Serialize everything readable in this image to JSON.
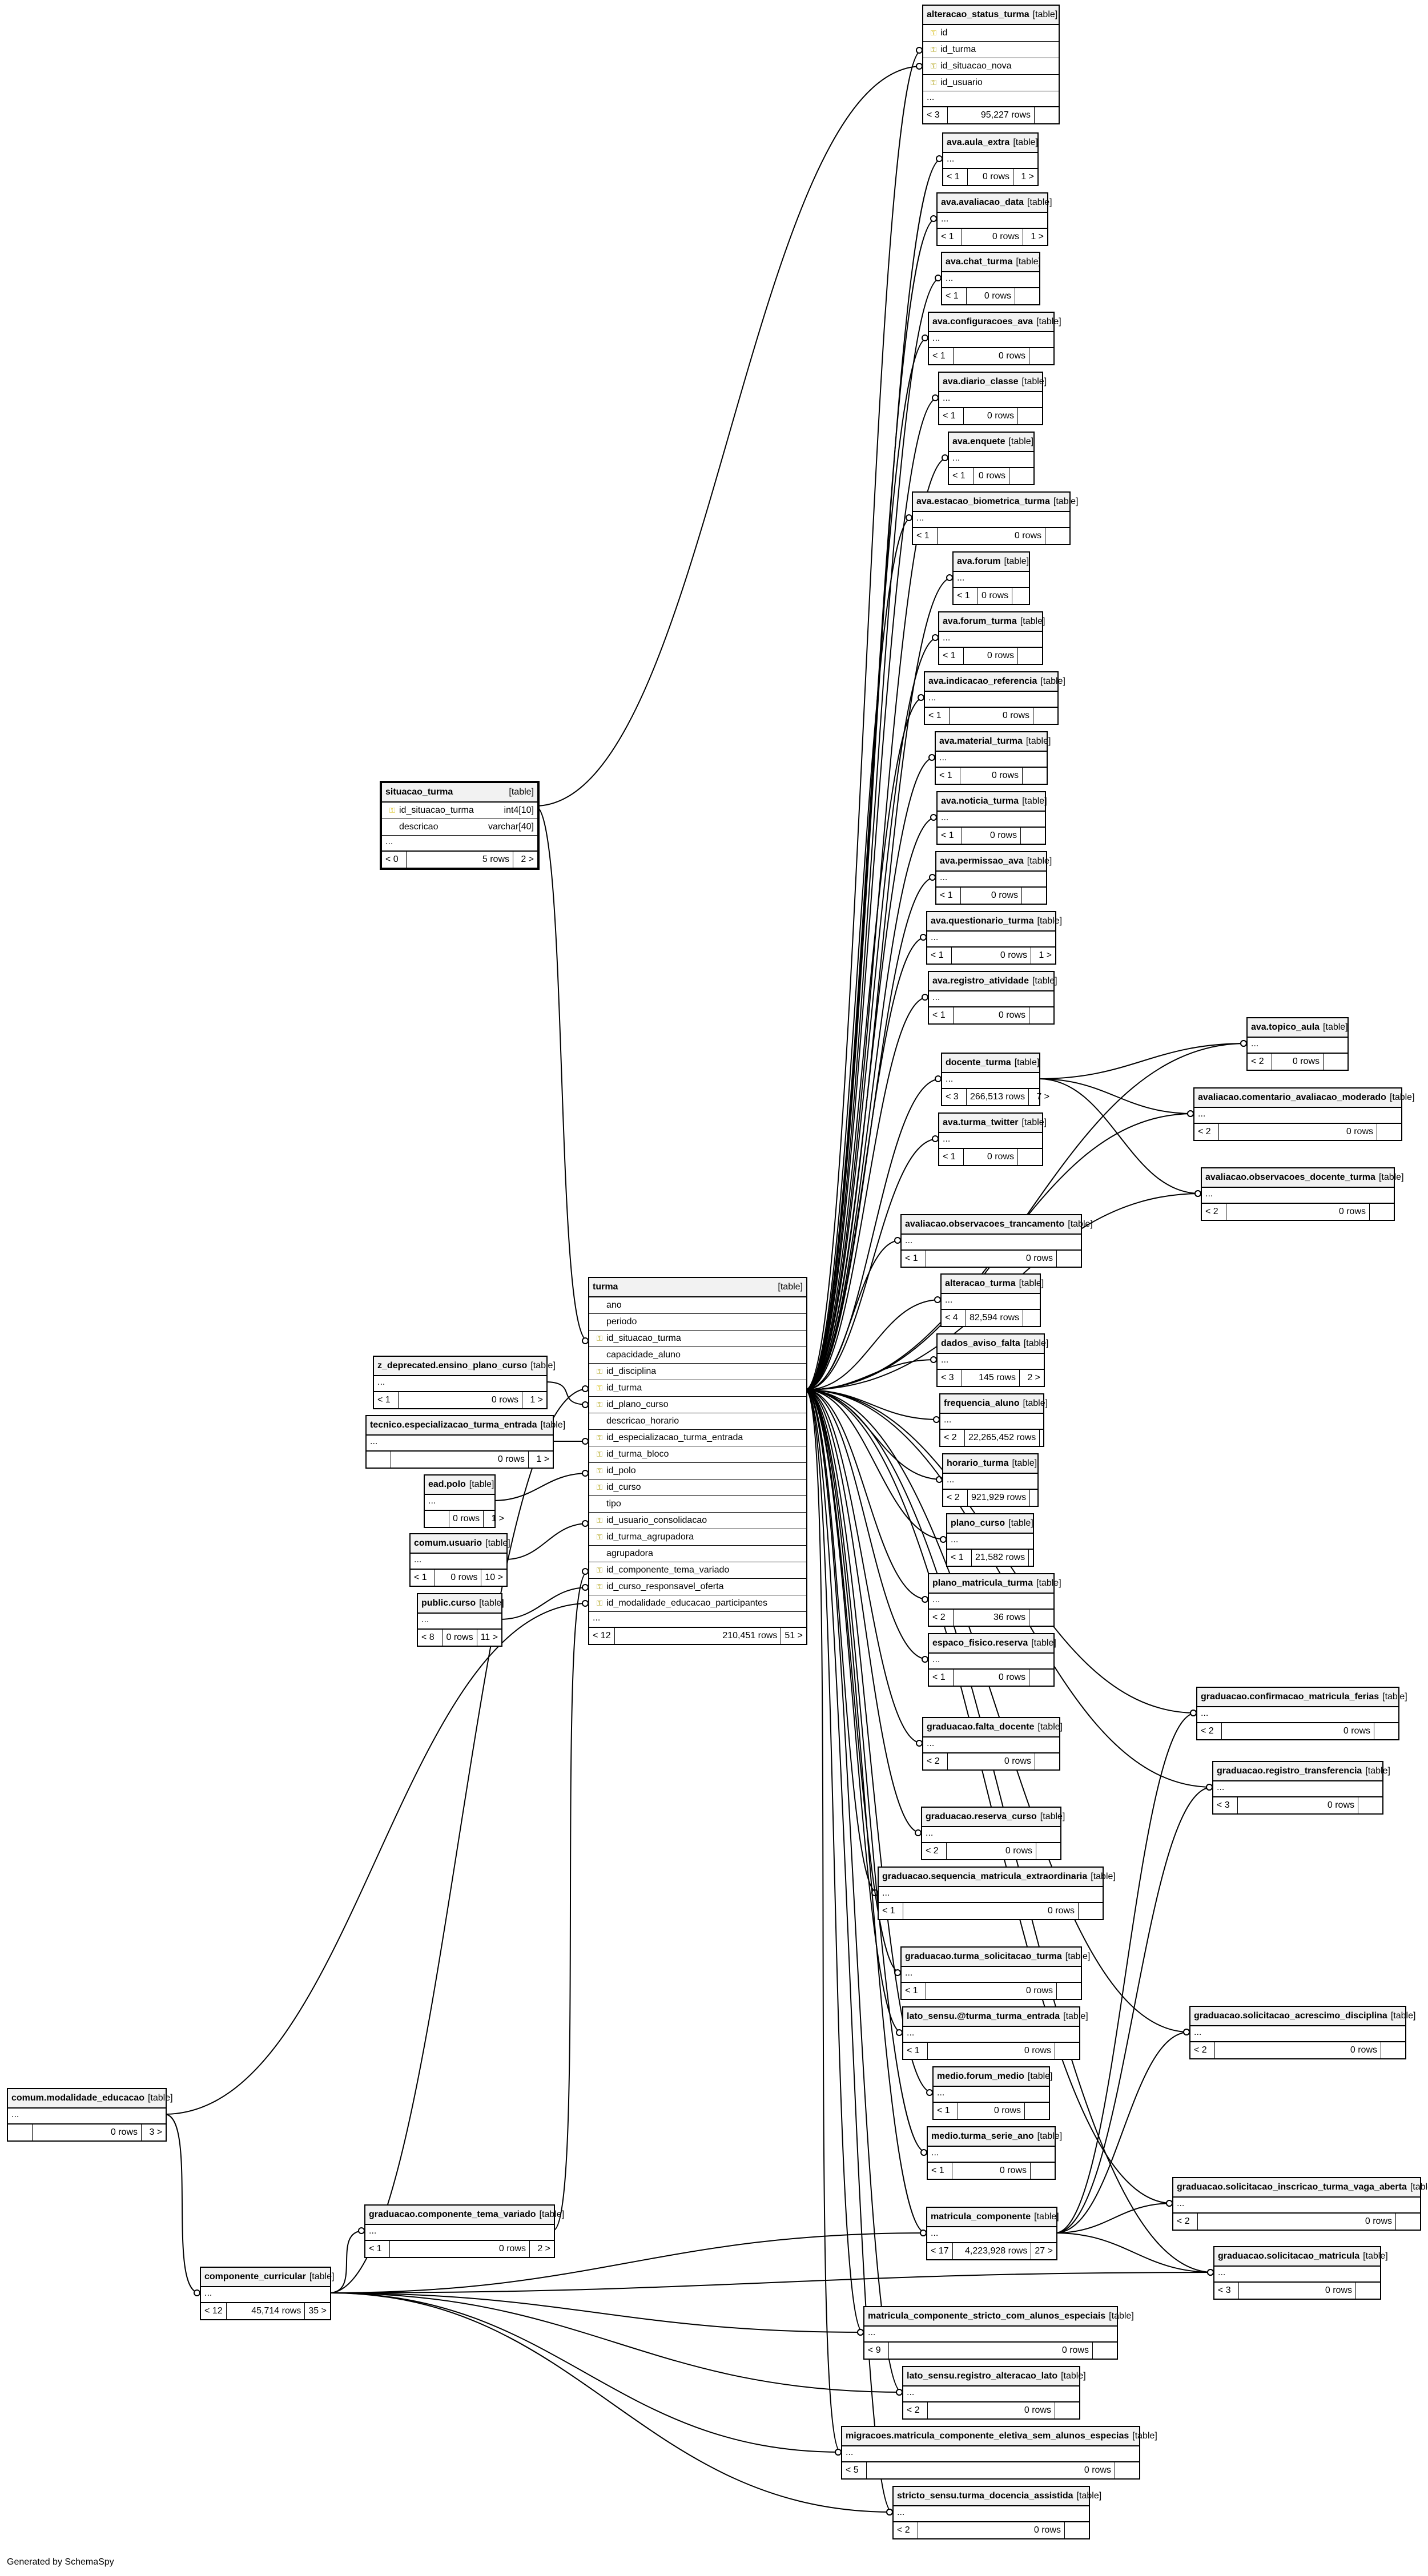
{
  "diagram": {
    "footer": "Generated by SchemaSpy",
    "table_type_label": "[table]",
    "ellipsis": "...",
    "focus": {
      "name": "turma",
      "columns": [
        {
          "name": "ano",
          "icon": ""
        },
        {
          "name": "periodo",
          "icon": ""
        },
        {
          "name": "id_situacao_turma",
          "icon": "fk-key-icon"
        },
        {
          "name": "capacidade_aluno",
          "icon": ""
        },
        {
          "name": "id_disciplina",
          "icon": "fk-key-icon"
        },
        {
          "name": "id_turma",
          "icon": "pk-key-icon"
        },
        {
          "name": "id_plano_curso",
          "icon": "fk-key-icon"
        },
        {
          "name": "descricao_horario",
          "icon": ""
        },
        {
          "name": "id_especializacao_turma_entrada",
          "icon": "fk-key-icon"
        },
        {
          "name": "id_turma_bloco",
          "icon": "fk-key-icon"
        },
        {
          "name": "id_polo",
          "icon": "fk-key-icon"
        },
        {
          "name": "id_curso",
          "icon": "fk-key-icon"
        },
        {
          "name": "tipo",
          "icon": ""
        },
        {
          "name": "id_usuario_consolidacao",
          "icon": "fk-key-icon"
        },
        {
          "name": "id_turma_agrupadora",
          "icon": "fk-key-icon"
        },
        {
          "name": "agrupadora",
          "icon": ""
        },
        {
          "name": "id_componente_tema_variado",
          "icon": "fk-key-icon"
        },
        {
          "name": "id_curso_responsavel_oferta",
          "icon": "fk-key-icon"
        },
        {
          "name": "id_modalidade_educacao_participantes",
          "icon": "fk-key-icon"
        }
      ],
      "parents": "< 12",
      "rows": "210,451 rows",
      "children": "51 >"
    },
    "situacao": {
      "name": "situacao_turma",
      "columns": [
        {
          "name": "id_situacao_turma",
          "type": "int4[10]",
          "icon": "pk-key-icon"
        },
        {
          "name": "descricao",
          "type": "varchar[40]",
          "icon": ""
        }
      ],
      "parents": "< 0",
      "rows": "5 rows",
      "children": "2 >"
    },
    "alteracao_status": {
      "name": "alteracao_status_turma",
      "columns": [
        {
          "name": "id",
          "icon": "pk-key-icon"
        },
        {
          "name": "id_turma",
          "icon": "fk-key-icon"
        },
        {
          "name": "id_situacao_nova",
          "icon": "fk-key-icon"
        },
        {
          "name": "id_usuario",
          "icon": "fk-key-icon"
        }
      ],
      "parents": "< 3",
      "rows": "95,227 rows",
      "children": ""
    },
    "tables": [
      {
        "name": "ava.aula_extra",
        "parents": "< 1",
        "rows": "0 rows",
        "children": "1 >"
      },
      {
        "name": "ava.avaliacao_data",
        "parents": "< 1",
        "rows": "0 rows",
        "children": "1 >"
      },
      {
        "name": "ava.chat_turma",
        "parents": "< 1",
        "rows": "0 rows",
        "children": ""
      },
      {
        "name": "ava.configuracoes_ava",
        "parents": "< 1",
        "rows": "0 rows",
        "children": ""
      },
      {
        "name": "ava.diario_classe",
        "parents": "< 1",
        "rows": "0 rows",
        "children": ""
      },
      {
        "name": "ava.enquete",
        "parents": "< 1",
        "rows": "0 rows",
        "children": ""
      },
      {
        "name": "ava.estacao_biometrica_turma",
        "parents": "< 1",
        "rows": "0 rows",
        "children": ""
      },
      {
        "name": "ava.forum",
        "parents": "< 1",
        "rows": "0 rows",
        "children": ""
      },
      {
        "name": "ava.forum_turma",
        "parents": "< 1",
        "rows": "0 rows",
        "children": ""
      },
      {
        "name": "ava.indicacao_referencia",
        "parents": "< 1",
        "rows": "0 rows",
        "children": ""
      },
      {
        "name": "ava.material_turma",
        "parents": "< 1",
        "rows": "0 rows",
        "children": ""
      },
      {
        "name": "ava.noticia_turma",
        "parents": "< 1",
        "rows": "0 rows",
        "children": ""
      },
      {
        "name": "ava.permissao_ava",
        "parents": "< 1",
        "rows": "0 rows",
        "children": ""
      },
      {
        "name": "ava.questionario_turma",
        "parents": "< 1",
        "rows": "0 rows",
        "children": "1 >"
      },
      {
        "name": "ava.registro_atividade",
        "parents": "< 1",
        "rows": "0 rows",
        "children": ""
      },
      {
        "name": "ava.topico_aula",
        "parents": "< 2",
        "rows": "0 rows",
        "children": ""
      },
      {
        "name": "docente_turma",
        "parents": "< 3",
        "rows": "266,513 rows",
        "children": "7 >"
      },
      {
        "name": "avaliacao.comentario_avaliacao_moderado",
        "parents": "< 2",
        "rows": "0 rows",
        "children": ""
      },
      {
        "name": "ava.turma_twitter",
        "parents": "< 1",
        "rows": "0 rows",
        "children": ""
      },
      {
        "name": "avaliacao.observacoes_docente_turma",
        "parents": "< 2",
        "rows": "0 rows",
        "children": ""
      },
      {
        "name": "avaliacao.observacoes_trancamento",
        "parents": "< 1",
        "rows": "0 rows",
        "children": ""
      },
      {
        "name": "alteracao_turma",
        "parents": "< 4",
        "rows": "82,594 rows",
        "children": ""
      },
      {
        "name": "dados_aviso_falta",
        "parents": "< 3",
        "rows": "145 rows",
        "children": "2 >"
      },
      {
        "name": "frequencia_aluno",
        "parents": "< 2",
        "rows": "22,265,452 rows",
        "children": ""
      },
      {
        "name": "horario_turma",
        "parents": "< 2",
        "rows": "921,929 rows",
        "children": ""
      },
      {
        "name": "plano_curso",
        "parents": "< 1",
        "rows": "21,582 rows",
        "children": ""
      },
      {
        "name": "plano_matricula_turma",
        "parents": "< 2",
        "rows": "36 rows",
        "children": ""
      },
      {
        "name": "espaco_fisico.reserva",
        "parents": "< 1",
        "rows": "0 rows",
        "children": ""
      },
      {
        "name": "graduacao.confirmacao_matricula_ferias",
        "parents": "< 2",
        "rows": "0 rows",
        "children": ""
      },
      {
        "name": "graduacao.falta_docente",
        "parents": "< 2",
        "rows": "0 rows",
        "children": ""
      },
      {
        "name": "graduacao.registro_transferencia",
        "parents": "< 3",
        "rows": "0 rows",
        "children": ""
      },
      {
        "name": "graduacao.reserva_curso",
        "parents": "< 2",
        "rows": "0 rows",
        "children": ""
      },
      {
        "name": "graduacao.sequencia_matricula_extraordinaria",
        "parents": "< 1",
        "rows": "0 rows",
        "children": ""
      },
      {
        "name": "graduacao.turma_solicitacao_turma",
        "parents": "< 1",
        "rows": "0 rows",
        "children": ""
      },
      {
        "name": "graduacao.solicitacao_acrescimo_disciplina",
        "parents": "< 2",
        "rows": "0 rows",
        "children": ""
      },
      {
        "name": "lato_sensu.@turma_turma_entrada",
        "parents": "< 1",
        "rows": "0 rows",
        "children": ""
      },
      {
        "name": "medio.forum_medio",
        "parents": "< 1",
        "rows": "0 rows",
        "children": ""
      },
      {
        "name": "medio.turma_serie_ano",
        "parents": "< 1",
        "rows": "0 rows",
        "children": ""
      },
      {
        "name": "graduacao.solicitacao_inscricao_turma_vaga_aberta",
        "parents": "< 2",
        "rows": "0 rows",
        "children": ""
      },
      {
        "name": "matricula_componente",
        "parents": "< 17",
        "rows": "4,223,928 rows",
        "children": "27 >"
      },
      {
        "name": "graduacao.solicitacao_matricula",
        "parents": "< 3",
        "rows": "0 rows",
        "children": ""
      },
      {
        "name": "matricula_componente_stricto_com_alunos_especiais",
        "parents": "< 9",
        "rows": "0 rows",
        "children": ""
      },
      {
        "name": "lato_sensu.registro_alteracao_lato",
        "parents": "< 2",
        "rows": "0 rows",
        "children": ""
      },
      {
        "name": "migracoes.matricula_componente_eletiva_sem_alunos_especias",
        "parents": "< 5",
        "rows": "0 rows",
        "children": ""
      },
      {
        "name": "stricto_sensu.turma_docencia_assistida",
        "parents": "< 2",
        "rows": "0 rows",
        "children": ""
      },
      {
        "name": "z_deprecated.ensino_plano_curso",
        "parents": "< 1",
        "rows": "0 rows",
        "children": "1 >"
      },
      {
        "name": "tecnico.especializacao_turma_entrada",
        "parents": "",
        "rows": "0 rows",
        "children": "1 >"
      },
      {
        "name": "ead.polo",
        "parents": "",
        "rows": "0 rows",
        "children": "1 >"
      },
      {
        "name": "comum.usuario",
        "parents": "< 1",
        "rows": "0 rows",
        "children": "10 >"
      },
      {
        "name": "public.curso",
        "parents": "< 8",
        "rows": "0 rows",
        "children": "11 >"
      },
      {
        "name": "comum.modalidade_educacao",
        "parents": "",
        "rows": "0 rows",
        "children": "3 >"
      },
      {
        "name": "graduacao.componente_tema_variado",
        "parents": "< 1",
        "rows": "0 rows",
        "children": "2 >"
      },
      {
        "name": "componente_curricular",
        "parents": "< 12",
        "rows": "45,714 rows",
        "children": "35 >"
      }
    ]
  }
}
